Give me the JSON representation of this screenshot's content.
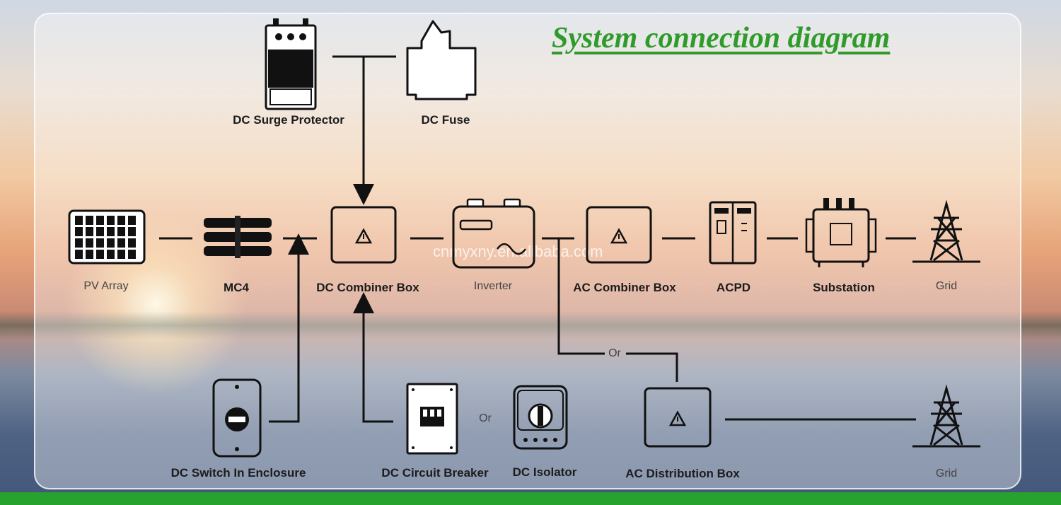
{
  "title": "System connection diagram",
  "watermark": "cnmyxny.en.alibaba.com",
  "colors": {
    "title": "#2f9b2a",
    "bottom_bar": "#27a22e",
    "line": "#111111"
  },
  "components": {
    "pv_array": {
      "label": "PV Array",
      "icon": "solar-panel-icon"
    },
    "mc4": {
      "label": "MC4",
      "icon": "mc4-connector-icon"
    },
    "dc_combiner_box": {
      "label": "DC Combiner Box",
      "icon": "enclosure-warning-icon"
    },
    "inverter": {
      "label": "Inverter",
      "icon": "inverter-icon"
    },
    "ac_combiner_box": {
      "label": "AC Combiner Box",
      "icon": "enclosure-warning-icon"
    },
    "acpd": {
      "label": "ACPD",
      "icon": "cabinet-icon"
    },
    "substation": {
      "label": "Substation",
      "icon": "transformer-icon"
    },
    "grid_top": {
      "label": "Grid",
      "icon": "pylon-icon"
    },
    "dc_surge_protector": {
      "label": "DC Surge Protector",
      "icon": "surge-protector-icon"
    },
    "dc_fuse": {
      "label": "DC Fuse",
      "icon": "fuse-holder-icon"
    },
    "dc_switch": {
      "label": "DC Switch In Enclosure",
      "icon": "switch-enclosure-icon"
    },
    "dc_circuit_breaker": {
      "label": "DC Circuit Breaker",
      "icon": "breaker-panel-icon"
    },
    "dc_isolator": {
      "label": "DC Isolator",
      "icon": "isolator-icon"
    },
    "ac_distribution_box": {
      "label": "AC Distribution Box",
      "icon": "enclosure-warning-icon"
    },
    "grid_bottom": {
      "label": "Grid",
      "icon": "pylon-icon"
    }
  },
  "connectors": {
    "or_breaker_isolator": "Or",
    "or_ac_branch": "Or"
  }
}
